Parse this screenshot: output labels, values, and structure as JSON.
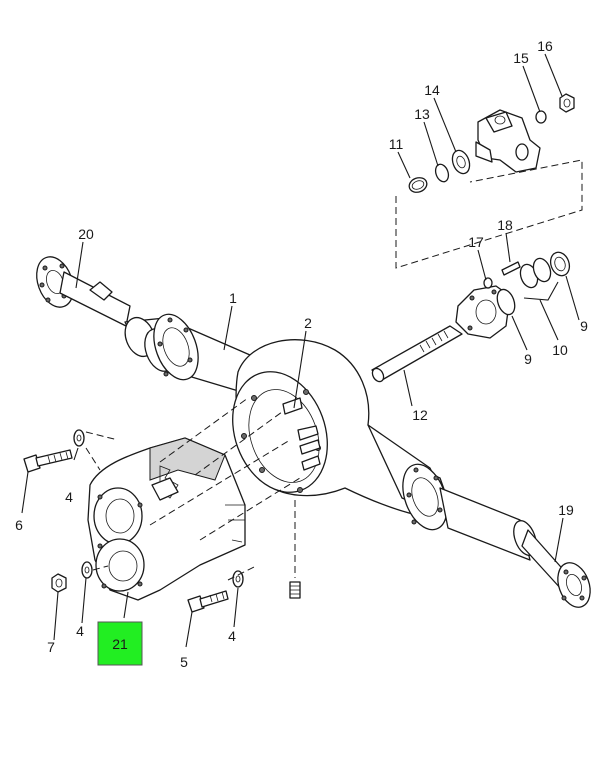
{
  "highlight_color": "#22ee22",
  "callouts": {
    "c1": "1",
    "c2": "2",
    "c4a": "4",
    "c4b": "4",
    "c4c": "4",
    "c5": "5",
    "c6": "6",
    "c7": "7",
    "c9a": "9",
    "c9b": "9",
    "c10": "10",
    "c11": "11",
    "c12": "12",
    "c13": "13",
    "c14": "14",
    "c15": "15",
    "c16": "16",
    "c17": "17",
    "c18": "18",
    "c19": "19",
    "c20": "20",
    "c21": "21"
  }
}
